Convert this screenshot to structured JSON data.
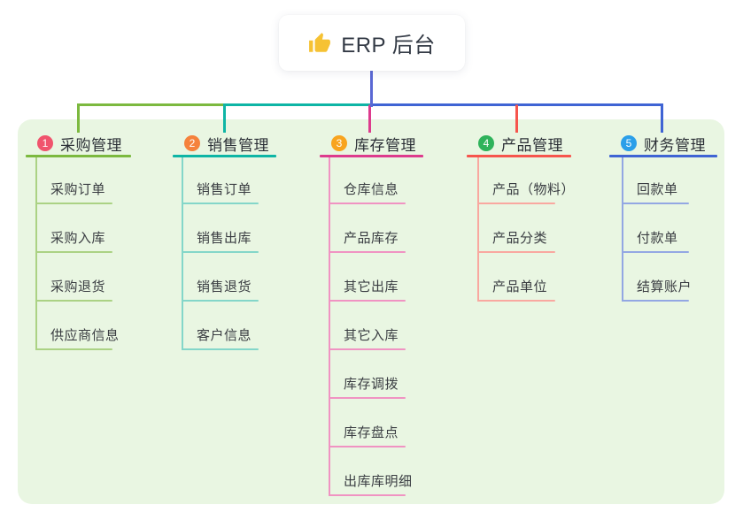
{
  "root": {
    "label": "ERP 后台",
    "icon": "thumbs-up-icon",
    "icon_color": "#f6c233",
    "line_color": "#5a68d4"
  },
  "panel": {
    "background": "#e9f6e2"
  },
  "text_colors": {
    "branch_title": "#2b2f36",
    "child_item": "#3a3d42"
  },
  "branches": [
    {
      "number": "1",
      "label": "采购管理",
      "badge_color": "#f0546d",
      "line_color": "#7cb93f",
      "child_line_color": "#abd284",
      "children": [
        "采购订单",
        "采购入库",
        "采购退货",
        "供应商信息"
      ]
    },
    {
      "number": "2",
      "label": "销售管理",
      "badge_color": "#f5823c",
      "line_color": "#0eb5a5",
      "child_line_color": "#84d6c9",
      "children": [
        "销售订单",
        "销售出库",
        "销售退货",
        "客户信息"
      ]
    },
    {
      "number": "3",
      "label": "库存管理",
      "badge_color": "#f8a41e",
      "line_color": "#dd3b8d",
      "child_line_color": "#f093c2",
      "children": [
        "仓库信息",
        "产品库存",
        "其它出库",
        "其它入库",
        "库存调拨",
        "库存盘点",
        "出库库明细"
      ]
    },
    {
      "number": "4",
      "label": "产品管理",
      "badge_color": "#2fb35b",
      "line_color": "#f6554d",
      "child_line_color": "#f9a8a0",
      "children": [
        "产品（物料）",
        "产品分类",
        "产品单位"
      ]
    },
    {
      "number": "5",
      "label": "财务管理",
      "badge_color": "#2b9fe9",
      "line_color": "#3f64d4",
      "child_line_color": "#93a7e3",
      "children": [
        "回款单",
        "付款单",
        "结算账户"
      ]
    }
  ]
}
